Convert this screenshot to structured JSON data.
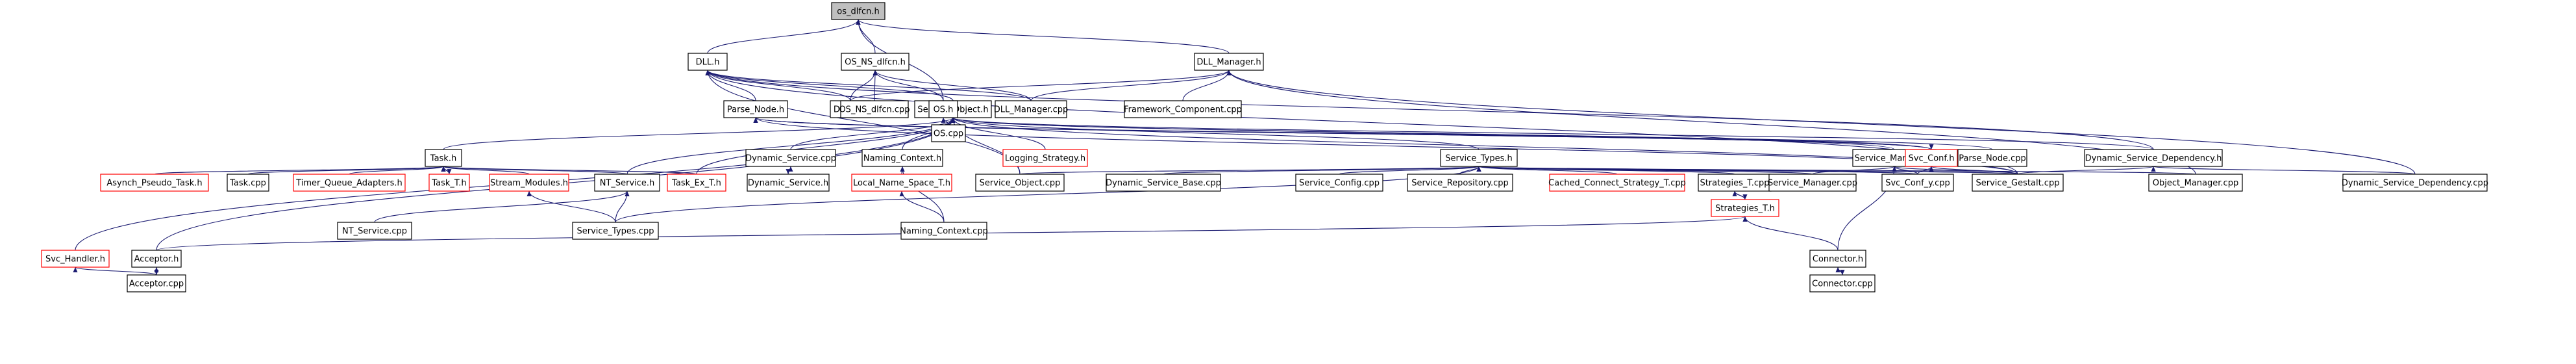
{
  "colors": {
    "edge": "#191970",
    "node_border": "#000000",
    "undocumented_border": "#ff0000",
    "root_fill": "#bfbfbf"
  },
  "nodes": [
    {
      "id": "n0",
      "label": "os_dlfcn.h",
      "root": true
    },
    {
      "id": "n1",
      "label": "DLL.h"
    },
    {
      "id": "n2",
      "label": "OS_NS_dlfcn.h"
    },
    {
      "id": "n3",
      "label": "DLL_Manager.h"
    },
    {
      "id": "n4",
      "label": "Service_Object.h"
    },
    {
      "id": "n5",
      "label": "DLL.cpp"
    },
    {
      "id": "n6",
      "label": "OS_NS_dlfcn.cpp"
    },
    {
      "id": "n7",
      "label": "OS.h"
    },
    {
      "id": "n8",
      "label": "DLL_Manager.cpp"
    },
    {
      "id": "n9",
      "label": "Framework_Component.cpp"
    },
    {
      "id": "n10",
      "label": "Parse_Node.h"
    },
    {
      "id": "n11",
      "label": "OS.cpp"
    },
    {
      "id": "n12",
      "label": "Task.h"
    },
    {
      "id": "n13",
      "label": "Dynamic_Service.cpp"
    },
    {
      "id": "n14",
      "label": "Naming_Context.h"
    },
    {
      "id": "n15",
      "label": "Logging_Strategy.h",
      "undoc": true
    },
    {
      "id": "n16",
      "label": "Service_Types.h"
    },
    {
      "id": "n17",
      "label": "Service_Manager.h"
    },
    {
      "id": "n18",
      "label": "Svc_Conf.h",
      "undoc": true
    },
    {
      "id": "n19",
      "label": "Parse_Node.cpp"
    },
    {
      "id": "n20",
      "label": "Dynamic_Service_Dependency.h"
    },
    {
      "id": "n21",
      "label": "Asynch_Pseudo_Task.h",
      "undoc": true
    },
    {
      "id": "n22",
      "label": "Task.cpp"
    },
    {
      "id": "n23",
      "label": "Timer_Queue_Adapters.h",
      "undoc": true
    },
    {
      "id": "n24",
      "label": "Task_T.h",
      "undoc": true
    },
    {
      "id": "n25",
      "label": "Stream_Modules.h",
      "undoc": true
    },
    {
      "id": "n26",
      "label": "NT_Service.h"
    },
    {
      "id": "n27",
      "label": "Task_Ex_T.h",
      "undoc": true
    },
    {
      "id": "n28",
      "label": "Dynamic_Service.h"
    },
    {
      "id": "n29",
      "label": "Local_Name_Space_T.h",
      "undoc": true
    },
    {
      "id": "n30",
      "label": "Service_Object.cpp"
    },
    {
      "id": "n31",
      "label": "Dynamic_Service_Base.cpp"
    },
    {
      "id": "n32",
      "label": "Service_Config.cpp"
    },
    {
      "id": "n33",
      "label": "Service_Repository.cpp"
    },
    {
      "id": "n34",
      "label": "Cached_Connect_Strategy_T.cpp",
      "undoc": true
    },
    {
      "id": "n35",
      "label": "Strategies_T.cpp"
    },
    {
      "id": "n36",
      "label": "Service_Manager.cpp"
    },
    {
      "id": "n37",
      "label": "Svc_Conf_y.cpp"
    },
    {
      "id": "n38",
      "label": "Service_Gestalt.cpp"
    },
    {
      "id": "n39",
      "label": "Object_Manager.cpp"
    },
    {
      "id": "n40",
      "label": "Dynamic_Service_Dependency.cpp"
    },
    {
      "id": "n41",
      "label": "NT_Service.cpp"
    },
    {
      "id": "n42",
      "label": "Service_Types.cpp"
    },
    {
      "id": "n43",
      "label": "Naming_Context.cpp"
    },
    {
      "id": "n44",
      "label": "Strategies_T.h",
      "undoc": true
    },
    {
      "id": "n45",
      "label": "Svc_Handler.h",
      "undoc": true
    },
    {
      "id": "n46",
      "label": "Acceptor.h"
    },
    {
      "id": "n47",
      "label": "Connector.h"
    },
    {
      "id": "n48",
      "label": "Acceptor.cpp"
    },
    {
      "id": "n49",
      "label": "Connector.cpp"
    }
  ],
  "edges": [
    [
      "n0",
      "n1"
    ],
    [
      "n0",
      "n2"
    ],
    [
      "n0",
      "n3"
    ],
    [
      "n0",
      "n7"
    ],
    [
      "n1",
      "n4"
    ],
    [
      "n1",
      "n5"
    ],
    [
      "n1",
      "n8"
    ],
    [
      "n1",
      "n10"
    ],
    [
      "n1",
      "n20"
    ],
    [
      "n1",
      "n38"
    ],
    [
      "n1",
      "n30"
    ],
    [
      "n2",
      "n5"
    ],
    [
      "n2",
      "n6"
    ],
    [
      "n2",
      "n7"
    ],
    [
      "n2",
      "n8"
    ],
    [
      "n3",
      "n5"
    ],
    [
      "n3",
      "n8"
    ],
    [
      "n3",
      "n9"
    ],
    [
      "n3",
      "n39"
    ],
    [
      "n3",
      "n40"
    ],
    [
      "n7",
      "n11"
    ],
    [
      "n4",
      "n12"
    ],
    [
      "n4",
      "n13"
    ],
    [
      "n4",
      "n14"
    ],
    [
      "n4",
      "n15"
    ],
    [
      "n4",
      "n16"
    ],
    [
      "n4",
      "n17"
    ],
    [
      "n4",
      "n20"
    ],
    [
      "n4",
      "n30"
    ],
    [
      "n4",
      "n38"
    ],
    [
      "n4",
      "n45"
    ],
    [
      "n4",
      "n46"
    ],
    [
      "n4",
      "n27"
    ],
    [
      "n4",
      "n26"
    ],
    [
      "n4",
      "n18"
    ],
    [
      "n10",
      "n18"
    ],
    [
      "n10",
      "n19"
    ],
    [
      "n10",
      "n38"
    ],
    [
      "n12",
      "n21"
    ],
    [
      "n12",
      "n22"
    ],
    [
      "n12",
      "n23"
    ],
    [
      "n12",
      "n24"
    ],
    [
      "n12",
      "n25"
    ],
    [
      "n12",
      "n26"
    ],
    [
      "n12",
      "n27"
    ],
    [
      "n13",
      "n28"
    ],
    [
      "n28",
      "n13"
    ],
    [
      "n14",
      "n29"
    ],
    [
      "n14",
      "n43"
    ],
    [
      "n29",
      "n43"
    ],
    [
      "n16",
      "n30"
    ],
    [
      "n16",
      "n31"
    ],
    [
      "n16",
      "n32"
    ],
    [
      "n16",
      "n33"
    ],
    [
      "n16",
      "n34"
    ],
    [
      "n16",
      "n35"
    ],
    [
      "n16",
      "n36"
    ],
    [
      "n16",
      "n37"
    ],
    [
      "n16",
      "n38"
    ],
    [
      "n16",
      "n39"
    ],
    [
      "n16",
      "n42"
    ],
    [
      "n17",
      "n36"
    ],
    [
      "n17",
      "n37"
    ],
    [
      "n17",
      "n38"
    ],
    [
      "n17",
      "n47"
    ],
    [
      "n18",
      "n10"
    ],
    [
      "n18",
      "n37"
    ],
    [
      "n18",
      "n38"
    ],
    [
      "n20",
      "n40"
    ],
    [
      "n20",
      "n38"
    ],
    [
      "n24",
      "n12"
    ],
    [
      "n25",
      "n42"
    ],
    [
      "n26",
      "n41"
    ],
    [
      "n26",
      "n42"
    ],
    [
      "n35",
      "n44"
    ],
    [
      "n44",
      "n35"
    ],
    [
      "n44",
      "n46"
    ],
    [
      "n44",
      "n47"
    ],
    [
      "n45",
      "n48"
    ],
    [
      "n46",
      "n48"
    ],
    [
      "n48",
      "n46"
    ],
    [
      "n47",
      "n49"
    ],
    [
      "n49",
      "n47"
    ]
  ]
}
